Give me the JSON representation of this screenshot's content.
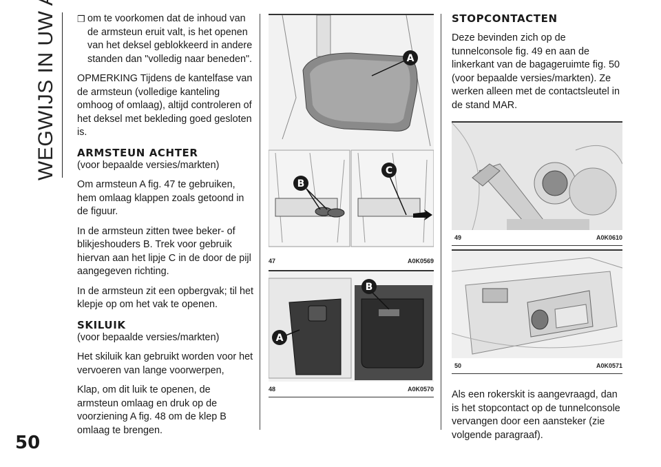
{
  "side_title": "WEGWIJS IN UW AUTO",
  "page_number": "50",
  "col1": {
    "bullet_mark": "❒",
    "bullet_text": "om te voorkomen dat de inhoud van de armsteun eruit valt, is het openen van het deksel geblokkeerd in andere standen dan \"volledig naar beneden\".",
    "note": "OPMERKING Tijdens de kantelfase van de armsteun (volledige kanteling omhoog of omlaag), altijd controleren of het deksel met bekleding goed gesloten is.",
    "heading1": "ARMSTEUN ACHTER",
    "sub1": "(voor bepaalde versies/markten)",
    "p1": "Om armsteun A fig. 47 te gebruiken, hem omlaag klappen zoals getoond in de figuur.",
    "p2": "In de armsteun zitten twee beker- of blikjeshouders B. Trek voor gebruik hiervan aan het lipje C in de door de pijl aangegeven richting.",
    "p3": "In de armsteun zit een opbergvak; til het klepje op om het vak te openen.",
    "heading2": "SKILUIK",
    "sub2": "(voor bepaalde versies/markten)",
    "p4": "Het skiluik kan gebruikt worden voor het vervoeren van lange voorwerpen,",
    "p5": "Klap, om dit luik te openen, de armsteun omlaag en druk op de voorziening A fig. 48 om de klep B omlaag te brengen."
  },
  "col3": {
    "heading": "STOPCONTACTEN",
    "p1": "Deze bevinden zich op de tunnelconsole fig. 49 en aan de linkerkant van de bagageruimte fig. 50 (voor bepaalde versies/markten). Ze werken alleen met de contactsleutel in de stand MAR.",
    "p2": "Als een rokerskit is aangevraagd, dan is het stopcontact op de tunnelconsole vervangen door een aansteker (zie volgende paragraaf)."
  },
  "figures": {
    "fig47": {
      "num": "47",
      "code": "A0K0569",
      "labels": [
        "A",
        "B",
        "C"
      ]
    },
    "fig48": {
      "num": "48",
      "code": "A0K0570",
      "labels": [
        "A",
        "B"
      ]
    },
    "fig49": {
      "num": "49",
      "code": "A0K0610"
    },
    "fig50": {
      "num": "50",
      "code": "A0K0571"
    }
  },
  "colors": {
    "label_badge": "#1a1a1a",
    "photo_dark": "#3a3a3a",
    "photo_light": "#d9d9d9"
  }
}
